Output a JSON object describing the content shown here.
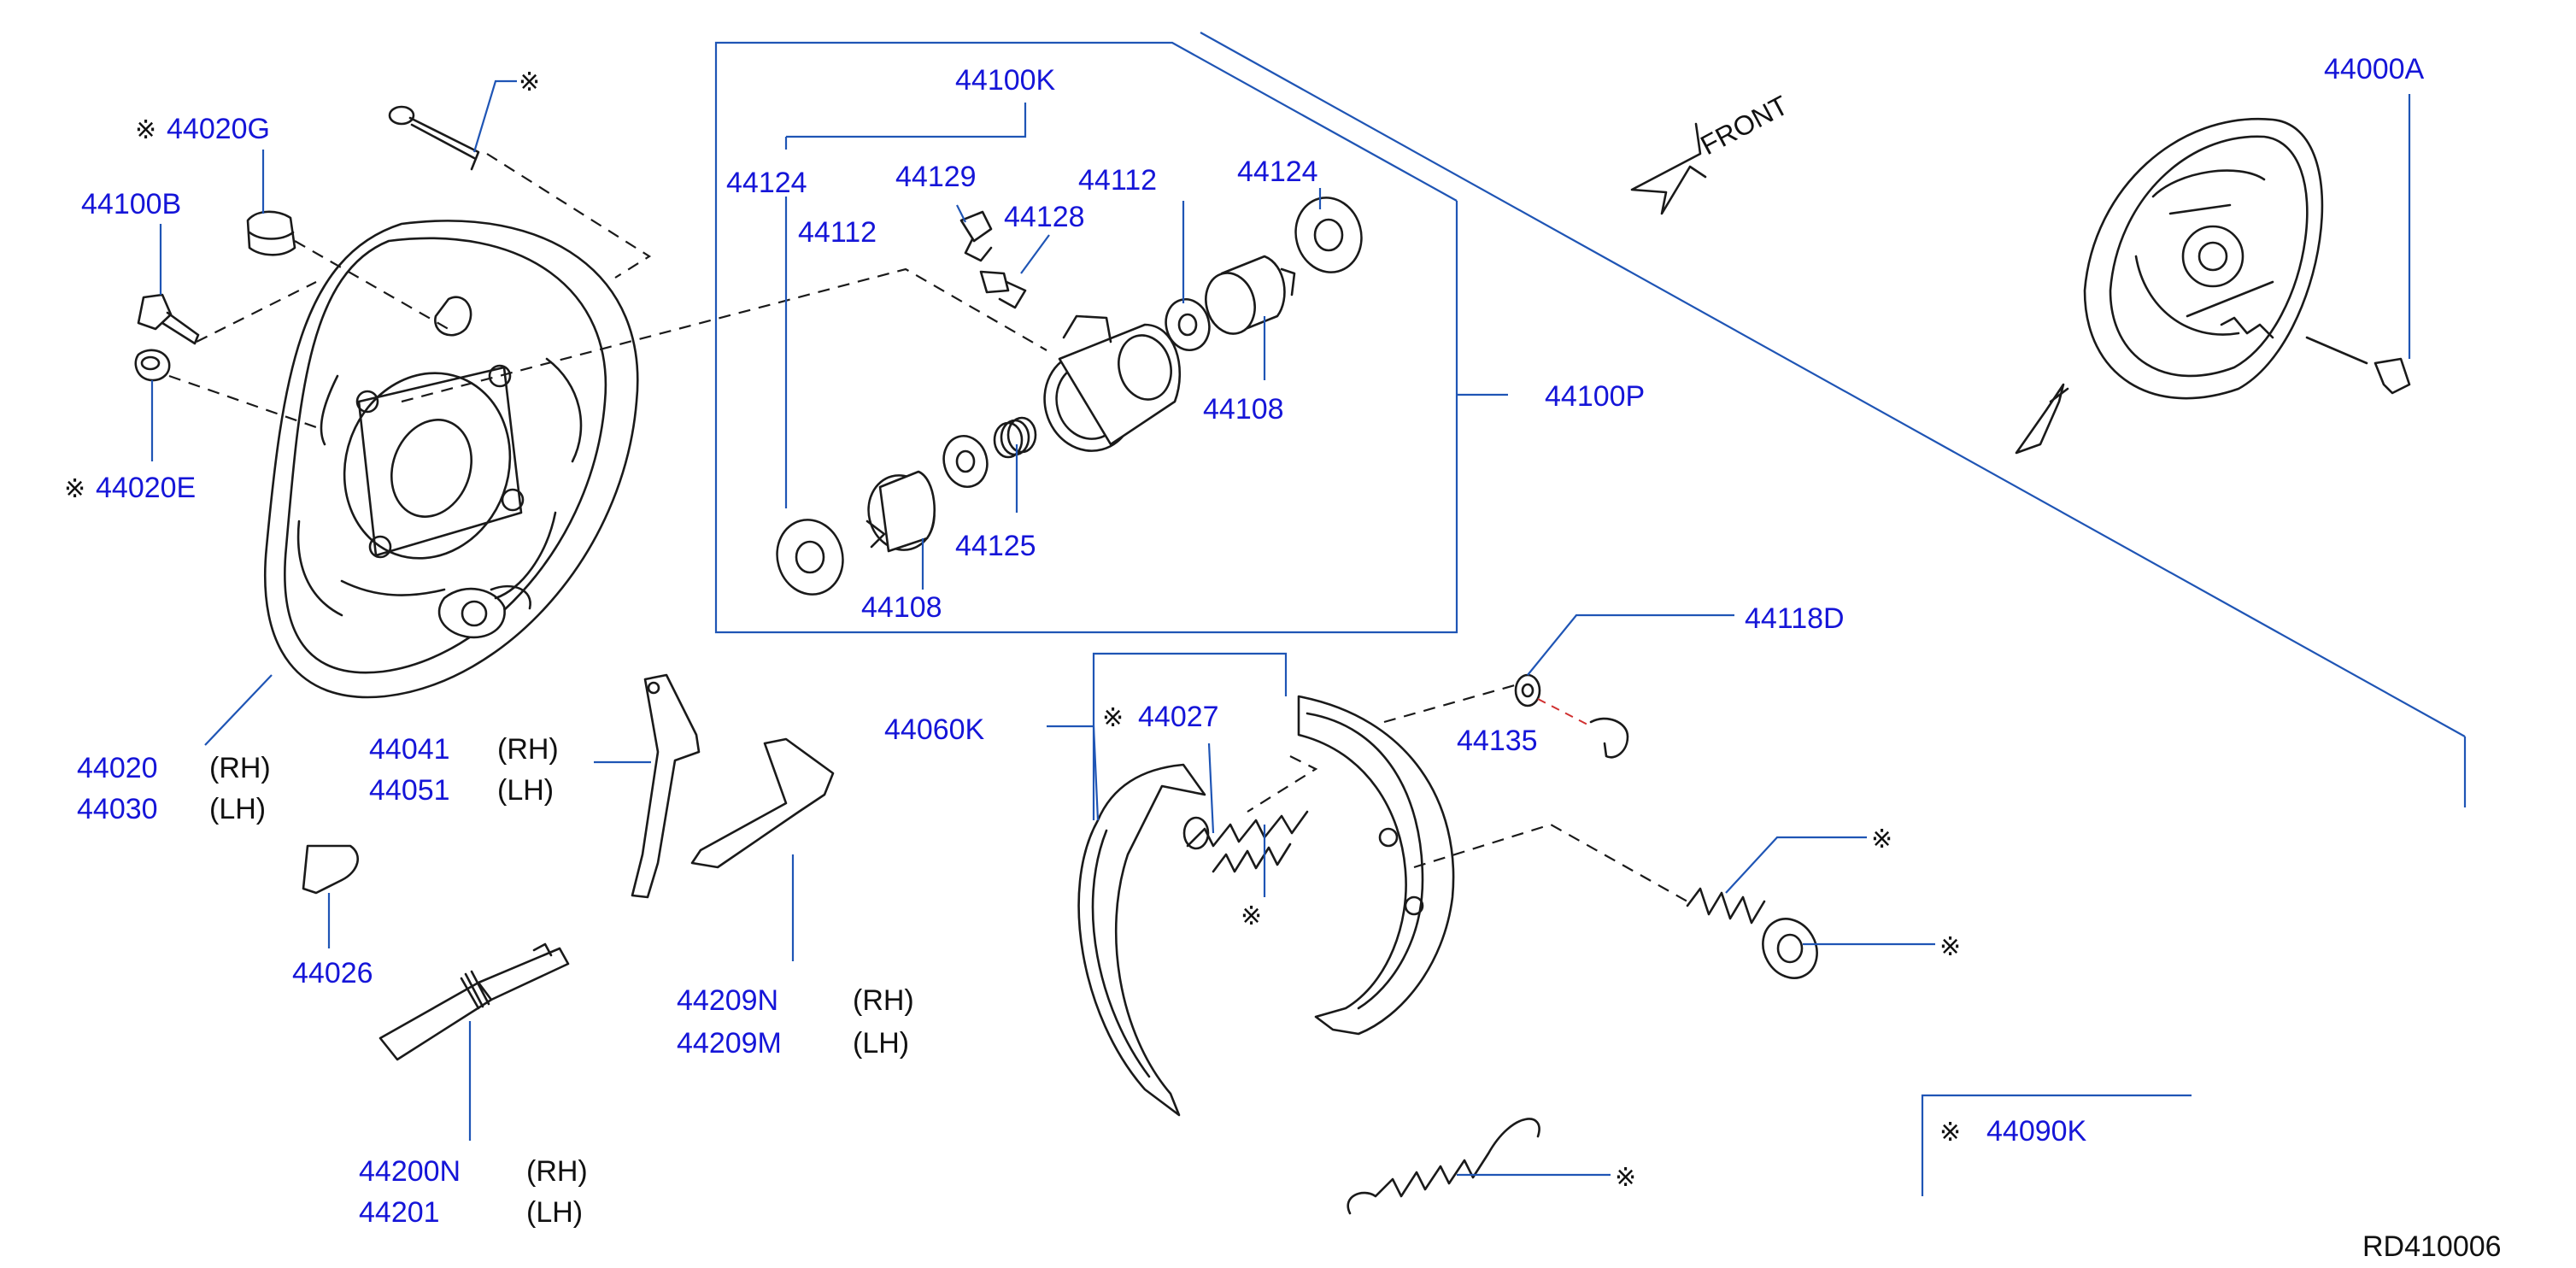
{
  "diagram_code": "RD410006",
  "front_label": "FRONT",
  "note_mark": "※",
  "colors": {
    "part_number": "#1515d8",
    "leader": "#1f55b5",
    "ink": "#1a1a1a"
  },
  "labels": {
    "p44100K": "44100K",
    "p44000A": "44000A",
    "p44020G": "44020G",
    "p44100B": "44100B",
    "p44020E": "44020E",
    "p44124a": "44124",
    "p44129": "44129",
    "p44112a": "44112",
    "p44124b": "44124",
    "p44112b": "44112",
    "p44128": "44128",
    "p44100P": "44100P",
    "p44108a": "44108",
    "p44125": "44125",
    "p44108b": "44108",
    "p44118D": "44118D",
    "p44020": "44020",
    "p44030": "44030",
    "p44041": "44041",
    "p44051": "44051",
    "p44060K": "44060K",
    "p44027": "44027",
    "p44135": "44135",
    "p44026": "44026",
    "p44209N": "44209N",
    "p44209M": "44209M",
    "p44200N": "44200N",
    "p44201": "44201",
    "p44090K": "44090K"
  },
  "sides": {
    "rh": "(RH)",
    "lh": "(LH)"
  }
}
